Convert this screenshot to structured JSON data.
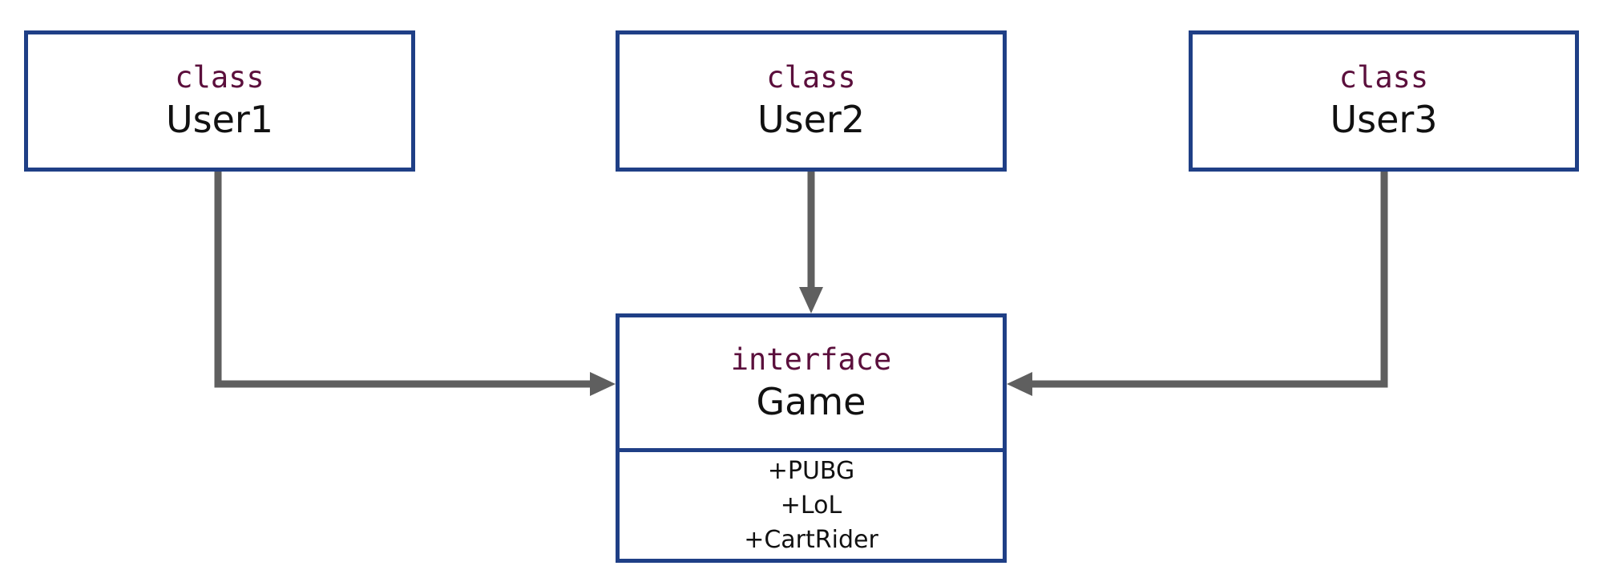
{
  "classes": [
    {
      "stereotype": "class",
      "name": "User1"
    },
    {
      "stereotype": "class",
      "name": "User2"
    },
    {
      "stereotype": "class",
      "name": "User3"
    }
  ],
  "interface": {
    "stereotype": "interface",
    "name": "Game",
    "members": [
      "+PUBG",
      "+LoL",
      "+CartRider"
    ]
  },
  "colors": {
    "box_border": "#1f3f86",
    "connector": "#5f5f5f",
    "keyword": "#5b0f3c",
    "text": "#111111"
  }
}
